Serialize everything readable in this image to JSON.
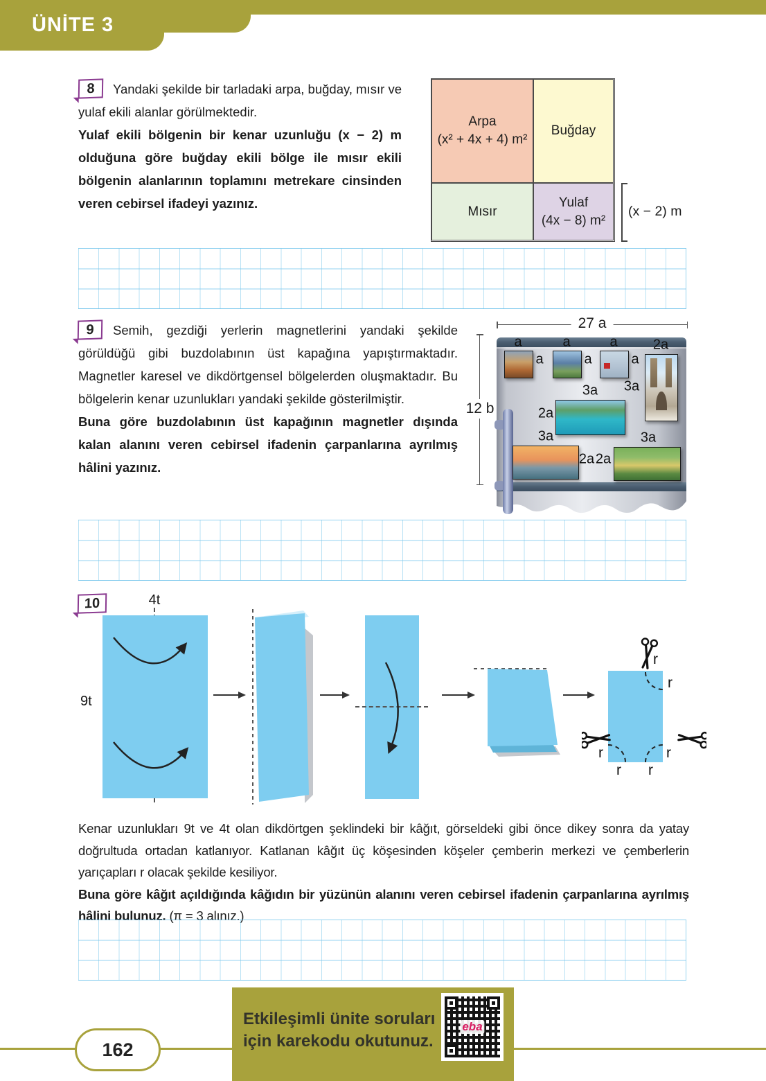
{
  "colors": {
    "accent_olive": "#a8a23c",
    "flag_purple": "#8a3a90",
    "paper_blue": "#7ecdf0"
  },
  "header": {
    "unit_label": "ÜNİTE 3"
  },
  "p8": {
    "number": "8",
    "intro": "Yandaki şekilde bir tarladaki arpa, buğday, mısır ve yulaf ekili alanlar görülmektedir.",
    "question": "Yulaf ekili bölgenin bir kenar uzunluğu (x − 2) m olduğuna göre buğday ekili bölge ile mısır ekili bölgenin alanlarının toplamını metrekare cinsinden veren cebirsel ifadeyi yazınız.",
    "field": {
      "arpa_name": "Arpa",
      "arpa_area": "(x² + 4x + 4) m²",
      "bugday_name": "Buğday",
      "misir_name": "Mısır",
      "yulaf_name": "Yulaf",
      "yulaf_area": "(4x − 8) m²",
      "side_label": "(x − 2) m"
    }
  },
  "p9": {
    "number": "9",
    "intro": "Semih, gezdiği yerlerin magnetlerini yandaki şekilde görüldüğü gibi buzdolabının üst kapağına yapıştırmaktadır. Magnetler karesel ve dikdörtgensel bölgelerden oluşmaktadır. Bu bölgelerin kenar uzunlukları yandaki şekilde gösterilmiştir.",
    "question": "Buna göre buzdolabının üst kapağının magnetler dışında kalan alanını veren cebirsel ifadenin çarpanlarına ayrılmış hâlini yazınız.",
    "fridge": {
      "width_label": "27 a",
      "height_label": "12 b",
      "a": "a",
      "two_a": "2a",
      "three_a": "3a"
    }
  },
  "p10": {
    "number": "10",
    "width_label": "4t",
    "height_label": "9t",
    "radius_label": "r",
    "intro": "Kenar uzunlukları 9t ve 4t olan dikdörtgen şeklindeki bir kâğıt, görseldeki gibi önce dikey sonra da yatay doğrultuda ortadan katlanıyor. Katlanan kâğıt üç köşesinden köşeler çemberin merkezi ve çemberlerin yarıçapları r olacak şekilde kesiliyor.",
    "question": "Buna göre kâğıt açıldığında kâğıdın bir yüzünün alanını veren cebirsel ifadenin çarpanlarına ayrılmış hâlini bulunuz.",
    "note": "(π = 3 alınız.)"
  },
  "footer": {
    "page_number": "162",
    "qr_text_line1": "Etkileşimli ünite soruları",
    "qr_text_line2": "için karekodu okutunuz.",
    "qr_logo": "eba"
  }
}
